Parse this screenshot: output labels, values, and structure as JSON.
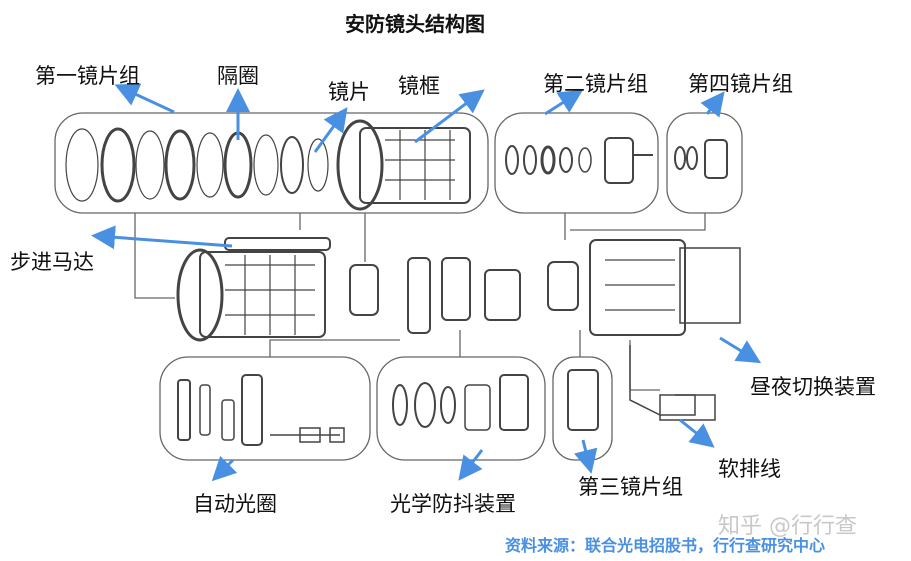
{
  "title": "安防镜头结构图",
  "labels": {
    "lens_group_1": "第一镜片组",
    "spacer": "隔圈",
    "lens": "镜片",
    "lens_frame": "镜框",
    "lens_group_2": "第二镜片组",
    "lens_group_4": "第四镜片组",
    "stepper_motor": "步进马达",
    "day_night_switch": "昼夜切换装置",
    "flex_cable": "软排线",
    "lens_group_3": "第三镜片组",
    "image_stabilizer": "光学防抖装置",
    "auto_iris": "自动光圈"
  },
  "watermark": "知乎 @行行查",
  "source": "资料来源：联合光电招股书，行行查研究中心",
  "colors": {
    "arrow": "#4a90e2",
    "outline": "#555555"
  }
}
